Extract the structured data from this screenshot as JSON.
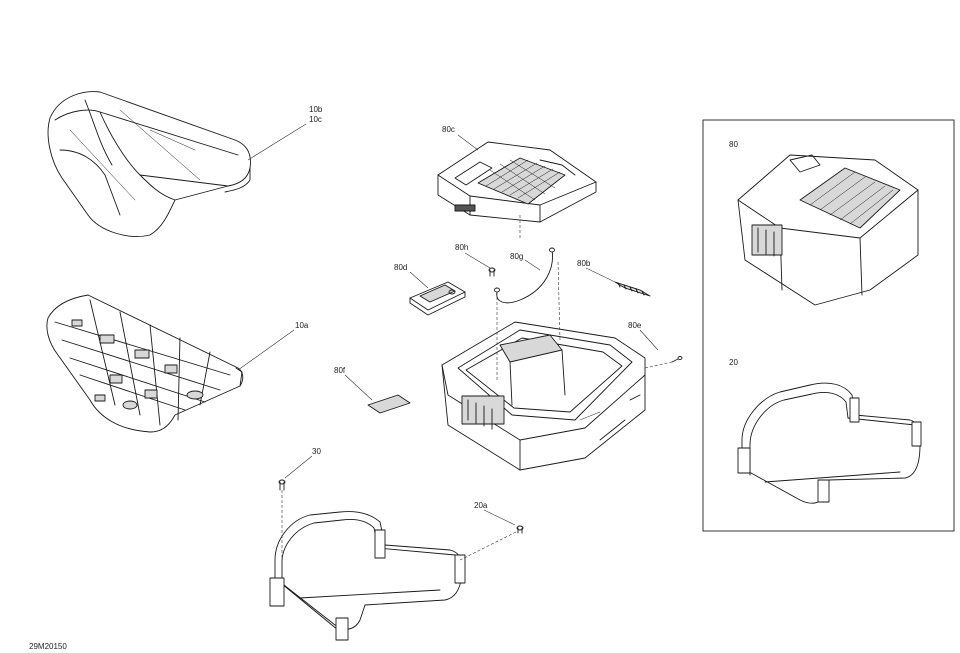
{
  "diagram": {
    "reference_code": "29M20150",
    "callouts": {
      "seat_cover_a": "10b",
      "seat_cover_b": "10c",
      "seat_base": "10a",
      "storage_lid": "80c",
      "lid_screw": "80h",
      "latch_plate": "80d",
      "cable": "80g",
      "hinge": "80b",
      "screw_80e": "80e",
      "label": "80f",
      "bin_bolt": "30",
      "frame_screw": "20a",
      "inset_storage": "80",
      "inset_frame": "20"
    }
  }
}
